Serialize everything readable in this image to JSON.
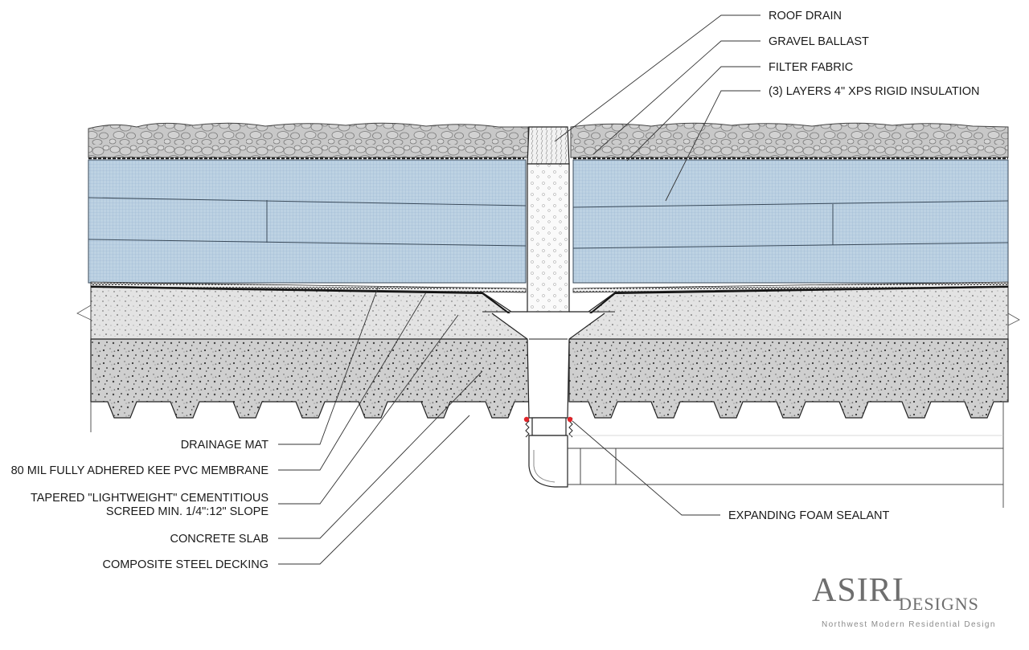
{
  "callouts_top": [
    {
      "id": "roof-drain",
      "text": "ROOF DRAIN"
    },
    {
      "id": "gravel-ballast",
      "text": "GRAVEL BALLAST"
    },
    {
      "id": "filter-fabric",
      "text": "FILTER FABRIC"
    },
    {
      "id": "xps-insulation",
      "text": "(3) LAYERS 4\" XPS RIGID INSULATION"
    }
  ],
  "callouts_bottom": [
    {
      "id": "drainage-mat",
      "text": "DRAINAGE MAT"
    },
    {
      "id": "pvc-membrane",
      "text": "80 MIL FULLY ADHERED KEE PVC MEMBRANE"
    },
    {
      "id": "screed",
      "lines": [
        "TAPERED \"LIGHTWEIGHT\" CEMENTITIOUS",
        "SCREED MIN. 1/4\":12\" SLOPE"
      ]
    },
    {
      "id": "concrete-slab",
      "text": "CONCRETE SLAB"
    },
    {
      "id": "steel-decking",
      "text": "COMPOSITE STEEL DECKING"
    }
  ],
  "callout_right": {
    "id": "foam-sealant",
    "text": "EXPANDING FOAM SEALANT"
  },
  "logo": {
    "name": "ASIRI",
    "sub": "DESIGNS",
    "tagline": "Northwest  Modern  Residential  Design"
  },
  "colors": {
    "insulation": "#b9cfe1",
    "insulation_grid": "#8fb0cc",
    "gravel": "#c9c9c9",
    "screed": "#e4e4e4",
    "slab": "#cdcdcd",
    "line": "#222222",
    "sealant": "#e0252a",
    "logo": "#6e6e6e"
  }
}
